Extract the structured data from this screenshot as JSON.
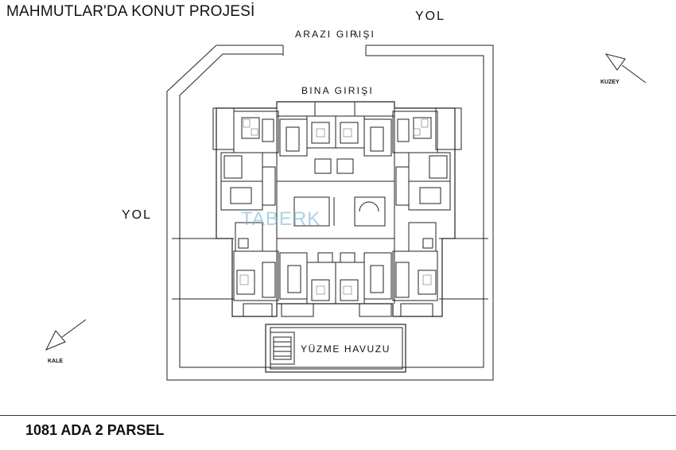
{
  "title": "MAHMUTLAR'DA KONUT PROJESİ",
  "labels": {
    "road_top": "YOL",
    "road_left": "YOL",
    "plot_entrance": "ARAZI GIRIŞI",
    "building_entrance": "BINA GIRIŞI",
    "north": "KUZEY",
    "castle": "KALE",
    "pool": "YÜZME HAVUZU",
    "watermark": "TABERK"
  },
  "footer": {
    "parcel": "1081 ADA 2 PARSEL"
  },
  "icons": [
    "north-arrow-icon",
    "castle-direction-arrow-icon"
  ]
}
